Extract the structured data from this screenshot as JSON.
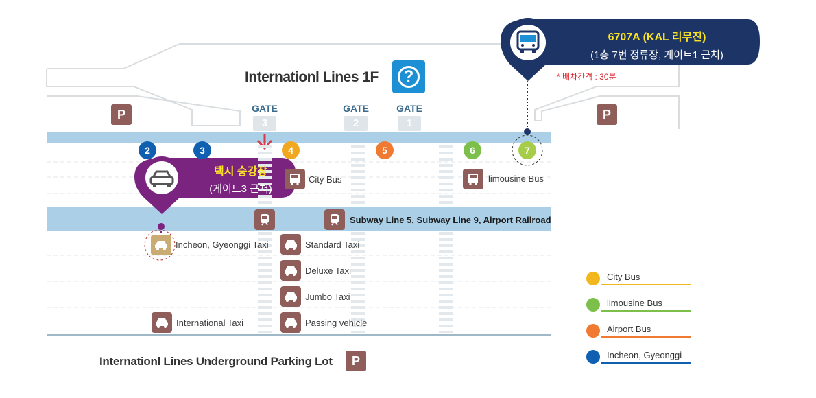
{
  "title": "Internationl Lines 1F",
  "help_symbol": "?",
  "parking_symbol": "P",
  "gates": [
    {
      "label": "GATE",
      "num": "3"
    },
    {
      "label": "GATE",
      "num": "2"
    },
    {
      "label": "GATE",
      "num": "1"
    }
  ],
  "stops": [
    "2",
    "3",
    "4",
    "5",
    "6",
    "7"
  ],
  "stop_colors": {
    "incheon": "#1060b2",
    "city": "#f2a81e",
    "airport": "#f07a32",
    "limousine": "#7cc04b",
    "limousine_highlight": "#a6cc4a"
  },
  "labels": {
    "city_bus": "City Bus",
    "limousine_bus": "limousine Bus",
    "subway": "Subway Line 5, Subway Line 9, Airport Railroad",
    "incheon_taxi": "Incheon, Gyeonggi Taxi",
    "standard_taxi": "Standard Taxi",
    "deluxe_taxi": "Deluxe Taxi",
    "jumbo_taxi": "Jumbo Taxi",
    "international_taxi": "International Taxi",
    "passing_vehicle": "Passing vehicle"
  },
  "bottom_title": "Internationl Lines Underground Parking Lot",
  "callout_taxi": {
    "main": "택시 승강장",
    "sub": "(게이트3 근처)",
    "color": "#7a2480"
  },
  "callout_bus": {
    "main": "6707A (KAL 리무진)",
    "sub": "(1층 7번 정류장, 게이트1 근처)",
    "color": "#1d3566",
    "interval": "* 배차간격 : 30분"
  },
  "legend": [
    {
      "label": "City Bus",
      "color": "#f2b71e"
    },
    {
      "label": "limousine Bus",
      "color": "#7cc04b"
    },
    {
      "label": "Airport Bus",
      "color": "#f07a32"
    },
    {
      "label": "Incheon, Gyeonggi",
      "color": "#1060b2"
    }
  ]
}
